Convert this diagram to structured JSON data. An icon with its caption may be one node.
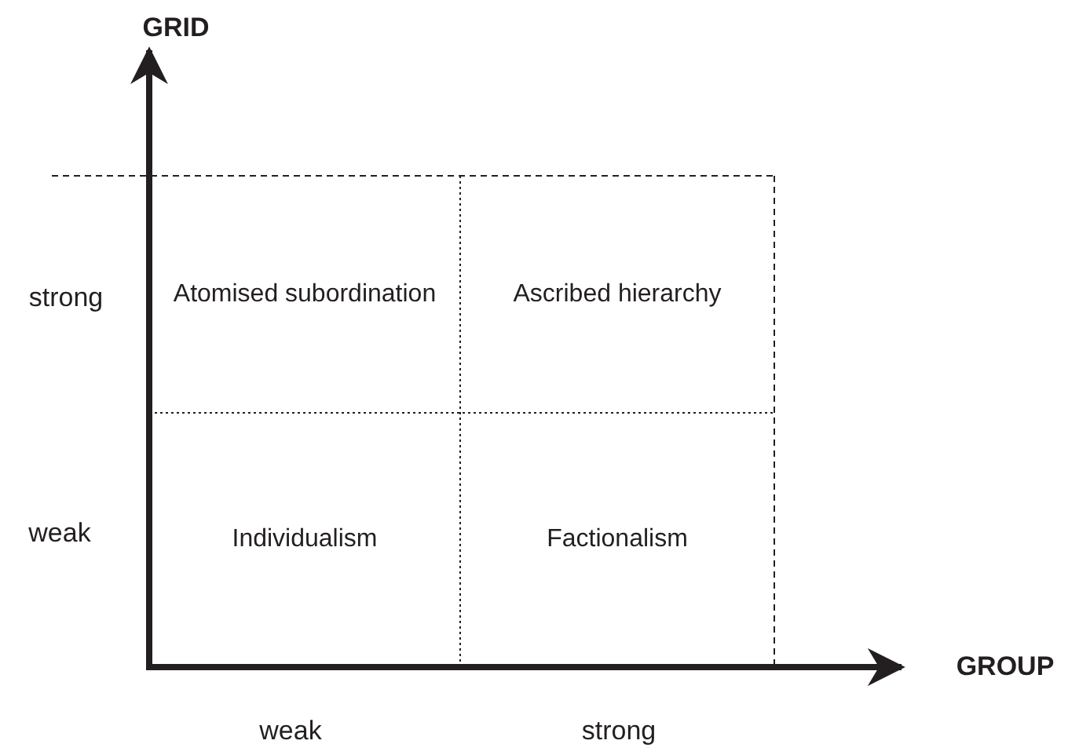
{
  "diagram": {
    "nodes": [
      {
        "text": [
          "Atomised subordination"
        ]
      },
      {
        "text": [
          "Ascribed hierarchy"
        ]
      },
      {
        "text": [
          "Individualism"
        ]
      },
      {
        "text": [
          "Factionalism"
        ]
      }
    ],
    "labels": [
      "GRID",
      "strong",
      "weak",
      "GROUP",
      "weak",
      "strong"
    ]
  }
}
